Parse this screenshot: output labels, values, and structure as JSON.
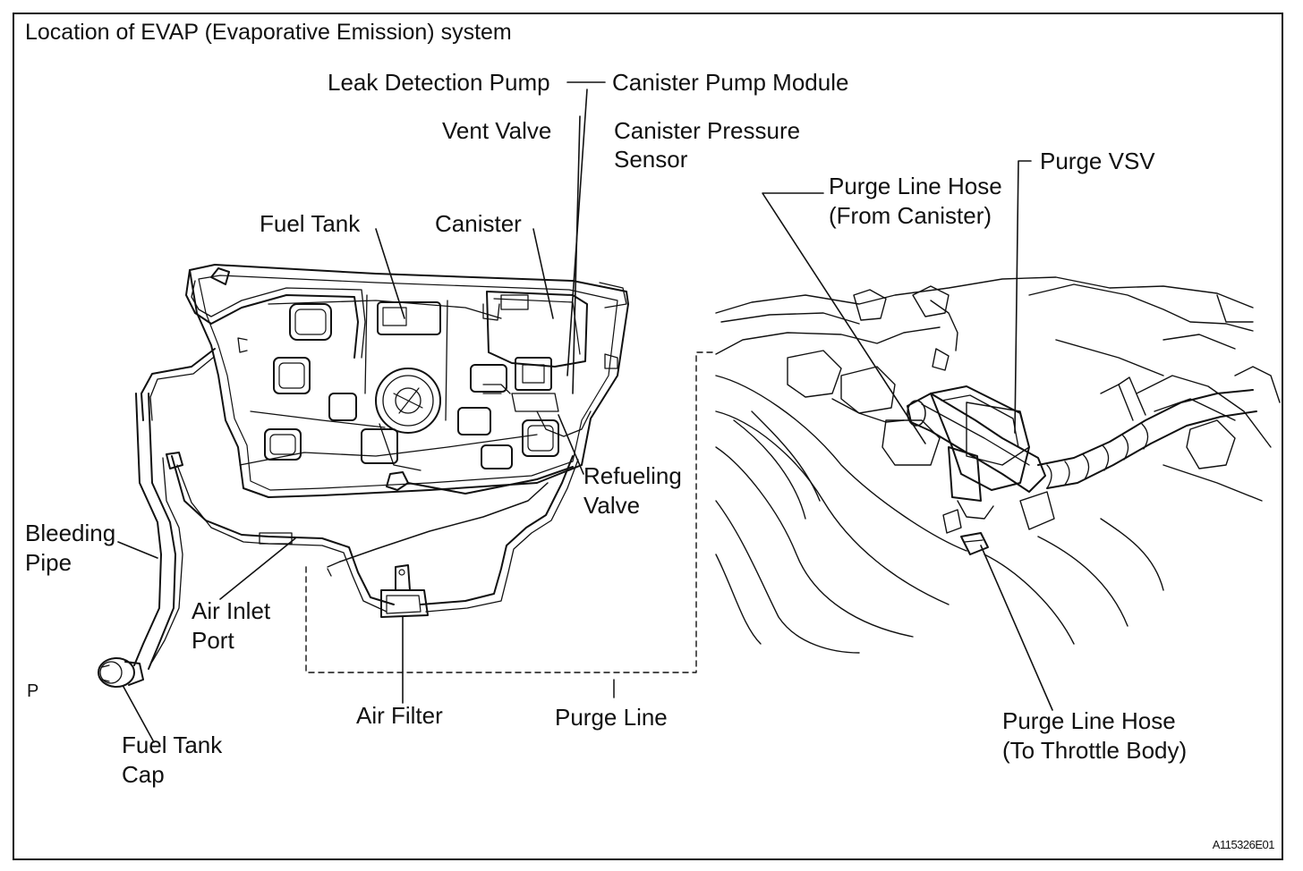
{
  "title": "Location of EVAP (Evaporative Emission) system",
  "figure_code": "A115326E01",
  "corner_mark": "P",
  "labels": {
    "leak_detection_pump": "Leak Detection Pump",
    "canister_pump_module": "Canister Pump Module",
    "vent_valve": "Vent Valve",
    "canister_pressure_sensor_1": "Canister Pressure",
    "canister_pressure_sensor_2": "Sensor",
    "fuel_tank": "Fuel Tank",
    "canister": "Canister",
    "refueling_valve_1": "Refueling",
    "refueling_valve_2": "Valve",
    "bleeding_pipe_1": "Bleeding",
    "bleeding_pipe_2": "Pipe",
    "air_inlet_port_1": "Air Inlet",
    "air_inlet_port_2": "Port",
    "fuel_tank_cap_1": "Fuel Tank",
    "fuel_tank_cap_2": "Cap",
    "air_filter": "Air Filter",
    "purge_line": "Purge Line",
    "purge_line_hose_from_1": "Purge Line Hose",
    "purge_line_hose_from_2": "(From Canister)",
    "purge_vsv": "Purge VSV",
    "purge_line_hose_to_1": "Purge Line Hose",
    "purge_line_hose_to_2": "(To Throttle Body)"
  }
}
